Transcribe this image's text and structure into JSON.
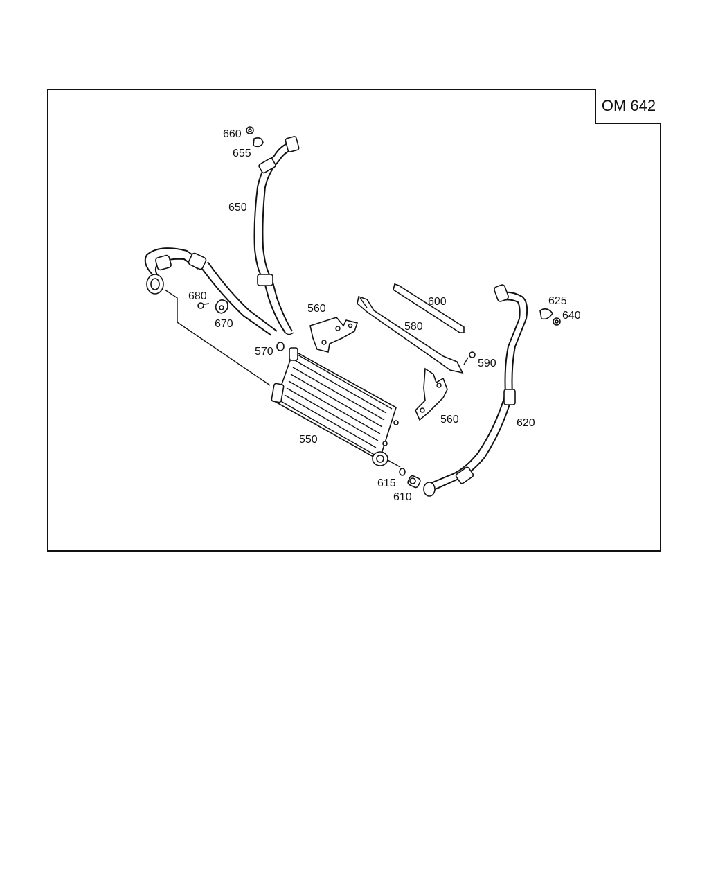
{
  "model": "OM 642",
  "labels": {
    "p550": "550",
    "p560a": "560",
    "p560b": "560",
    "p570": "570",
    "p580": "580",
    "p590": "590",
    "p600": "600",
    "p610": "610",
    "p615": "615",
    "p620": "620",
    "p625": "625",
    "p640": "640",
    "p650": "650",
    "p655": "655",
    "p660": "660",
    "p670": "670",
    "p680": "680"
  },
  "colors": {
    "line": "#111111",
    "background": "#ffffff"
  }
}
